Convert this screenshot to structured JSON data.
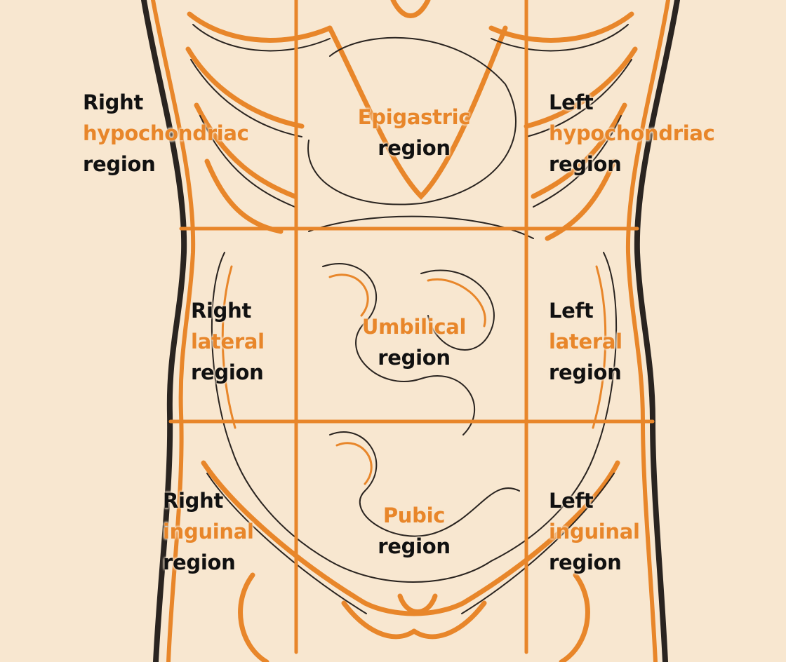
{
  "colors": {
    "background": "#f8e7d0",
    "accent": "#e8862a",
    "text": "#111111"
  },
  "regions": {
    "right_hypochondriac": {
      "line1": "Right",
      "line2": "hypochondriac",
      "line3": "region"
    },
    "epigastric": {
      "line1": "Epigastric",
      "line2": "region"
    },
    "left_hypochondriac": {
      "line1": "Left",
      "line2": "hypochondriac",
      "line3": "region"
    },
    "right_lateral": {
      "line1": "Right",
      "line2": "lateral",
      "line3": "region"
    },
    "umbilical": {
      "line1": "Umbilical",
      "line2": "region"
    },
    "left_lateral": {
      "line1": "Left",
      "line2": "lateral",
      "line3": "region"
    },
    "right_inguinal": {
      "line1": "Right",
      "line2": "inguinal",
      "line3": "region"
    },
    "pubic": {
      "line1": "Pubic",
      "line2": "region"
    },
    "left_inguinal": {
      "line1": "Left",
      "line2": "inguinal",
      "line3": "region"
    }
  }
}
